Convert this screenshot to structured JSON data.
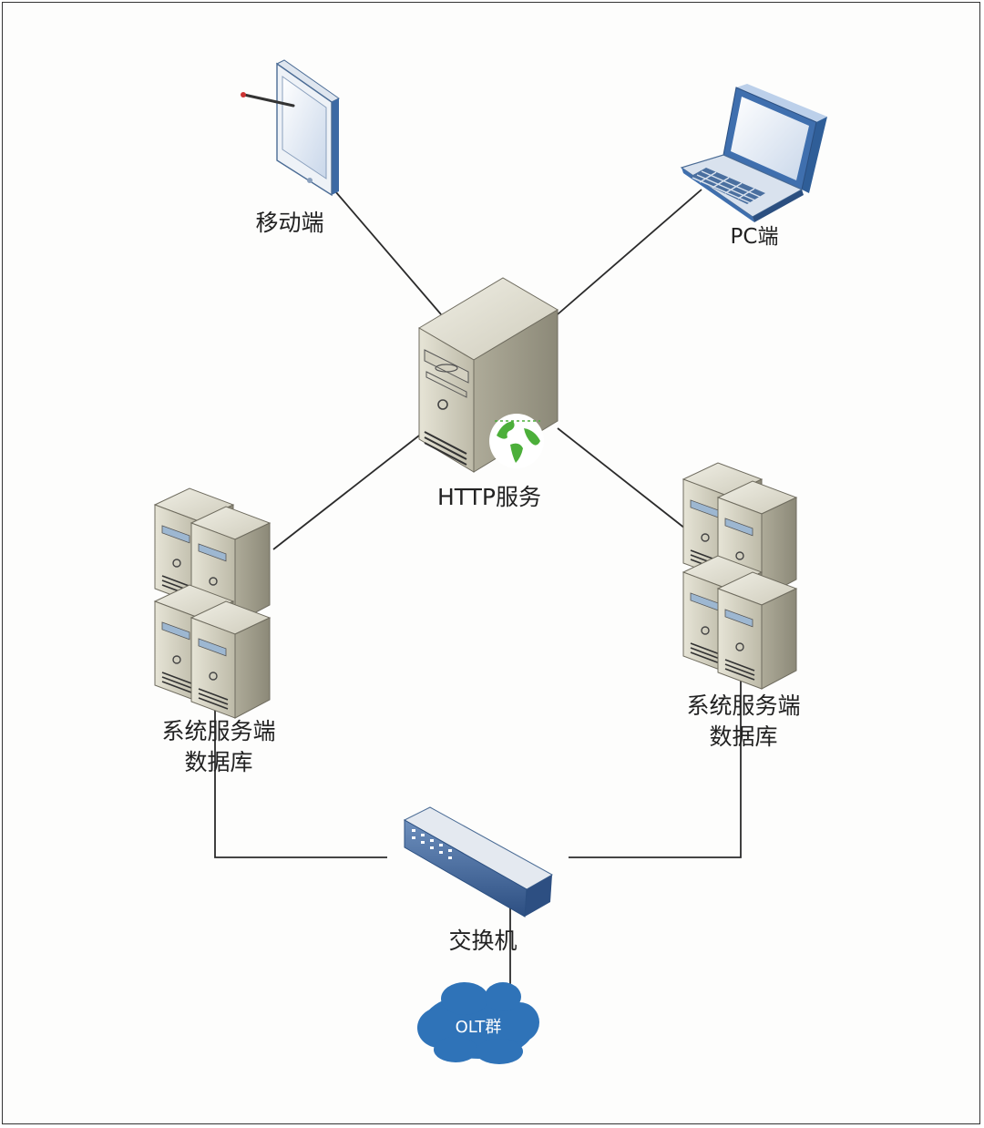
{
  "nodes": {
    "mobile": {
      "label": "移动端",
      "icon": "tablet-icon"
    },
    "pc": {
      "label": "PC端",
      "icon": "laptop-icon"
    },
    "http": {
      "label": "HTTP服务",
      "icon": "web-server-icon"
    },
    "db_left": {
      "label_line1": "系统服务端",
      "label_line2": "数据库",
      "icon": "server-cluster-icon"
    },
    "db_right": {
      "label_line1": "系统服务端",
      "label_line2": "数据库",
      "icon": "server-cluster-icon"
    },
    "switch": {
      "label": "交换机",
      "icon": "network-switch-icon"
    },
    "olt": {
      "label": "OLT群",
      "icon": "cloud-icon"
    }
  },
  "colors": {
    "line": "#2b2b2b",
    "server_body": "#c8c5b3",
    "server_dark": "#8f8c7c",
    "device_blue": "#4b78b0",
    "cloud_blue": "#2f73b8",
    "globe_green": "#4caf3a"
  }
}
